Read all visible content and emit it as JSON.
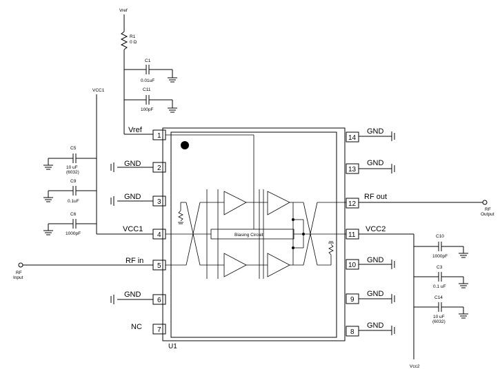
{
  "part": {
    "reference": "U1"
  },
  "chip_labels": {
    "vref": "Vref",
    "gnd_2": "GND",
    "gnd_3": "GND",
    "vcc1": "VCC1",
    "rf_in": "RF in",
    "gnd_6": "GND",
    "nc": "NC",
    "gnd_14": "GND",
    "gnd_13": "GND",
    "rf_out": "RF out",
    "vcc2": "VCC2",
    "gnd_10": "GND",
    "gnd_9": "GND",
    "gnd_8": "GND"
  },
  "pin_numbers": [
    "1",
    "2",
    "3",
    "4",
    "5",
    "6",
    "7",
    "14",
    "13",
    "12",
    "11",
    "10",
    "9",
    "8"
  ],
  "biasing_circuit": "Biasing Circuit",
  "rails": {
    "vref": "Vref",
    "vcc1": "VCC1",
    "vcc2": "Vcc2"
  },
  "components": {
    "r1": {
      "ref": "R1",
      "value": "0 Ω"
    },
    "c1": {
      "ref": "C1",
      "value": "0.01uF"
    },
    "c11": {
      "ref": "C11",
      "value": "100pF"
    },
    "c5": {
      "ref": "C5",
      "value": "10 uF",
      "package": "(6032)"
    },
    "c9": {
      "ref": "C9",
      "value": "0.1uF"
    },
    "c6": {
      "ref": "C6",
      "value": "1000pF"
    },
    "c10": {
      "ref": "C10",
      "value": "1000pF"
    },
    "c3": {
      "ref": "C3",
      "value": "0.1 uF"
    },
    "c14": {
      "ref": "C14",
      "value": "10 uF",
      "package": "(6032)"
    }
  },
  "ports": {
    "rf_input": {
      "line1": "RF",
      "line2": "Input"
    },
    "rf_output": {
      "line1": "RF",
      "line2": "Output"
    }
  }
}
